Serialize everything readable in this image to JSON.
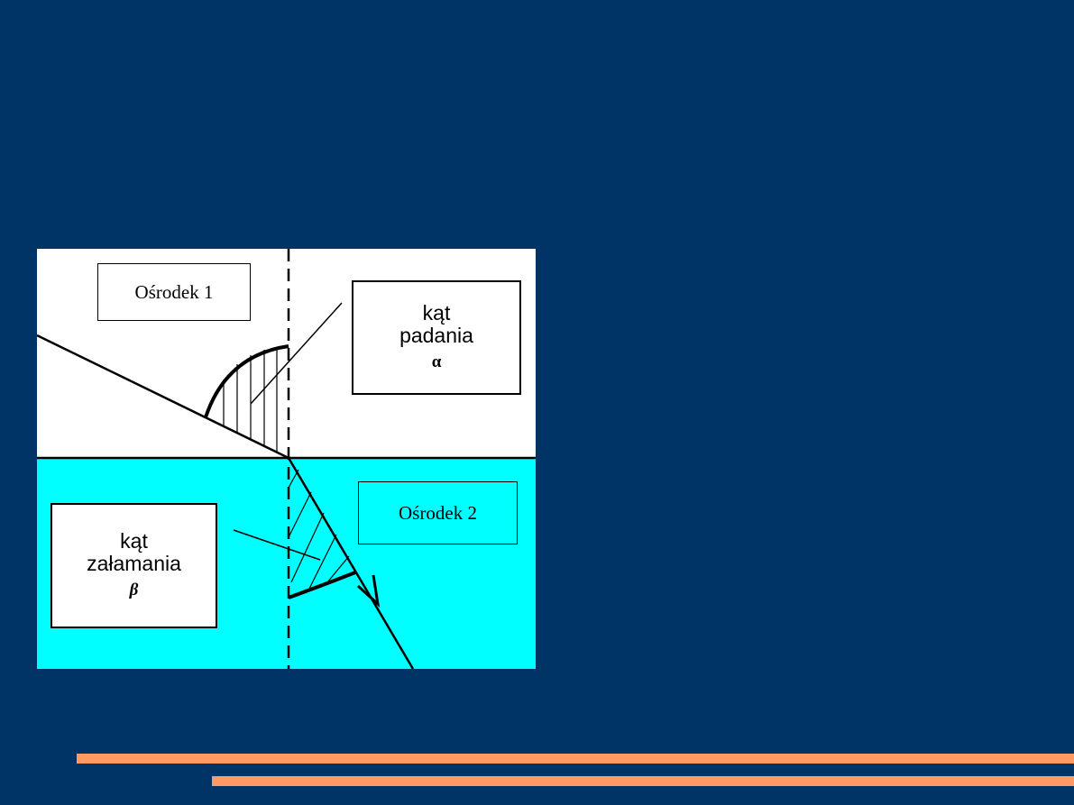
{
  "colors": {
    "background": "#003366",
    "medium_1": "#ffffff",
    "medium_2": "#00ffff",
    "accent_bar": "#ff9966",
    "ink": "#000000"
  },
  "labels": {
    "medium_1": "Ośrodek 1",
    "medium_2": "Ośrodek 2",
    "incidence_angle": {
      "line1": "kąt",
      "line2": "padania",
      "symbol": "α"
    },
    "refraction_angle": {
      "line1": "kąt",
      "line2": "załamania",
      "symbol": "β"
    }
  }
}
